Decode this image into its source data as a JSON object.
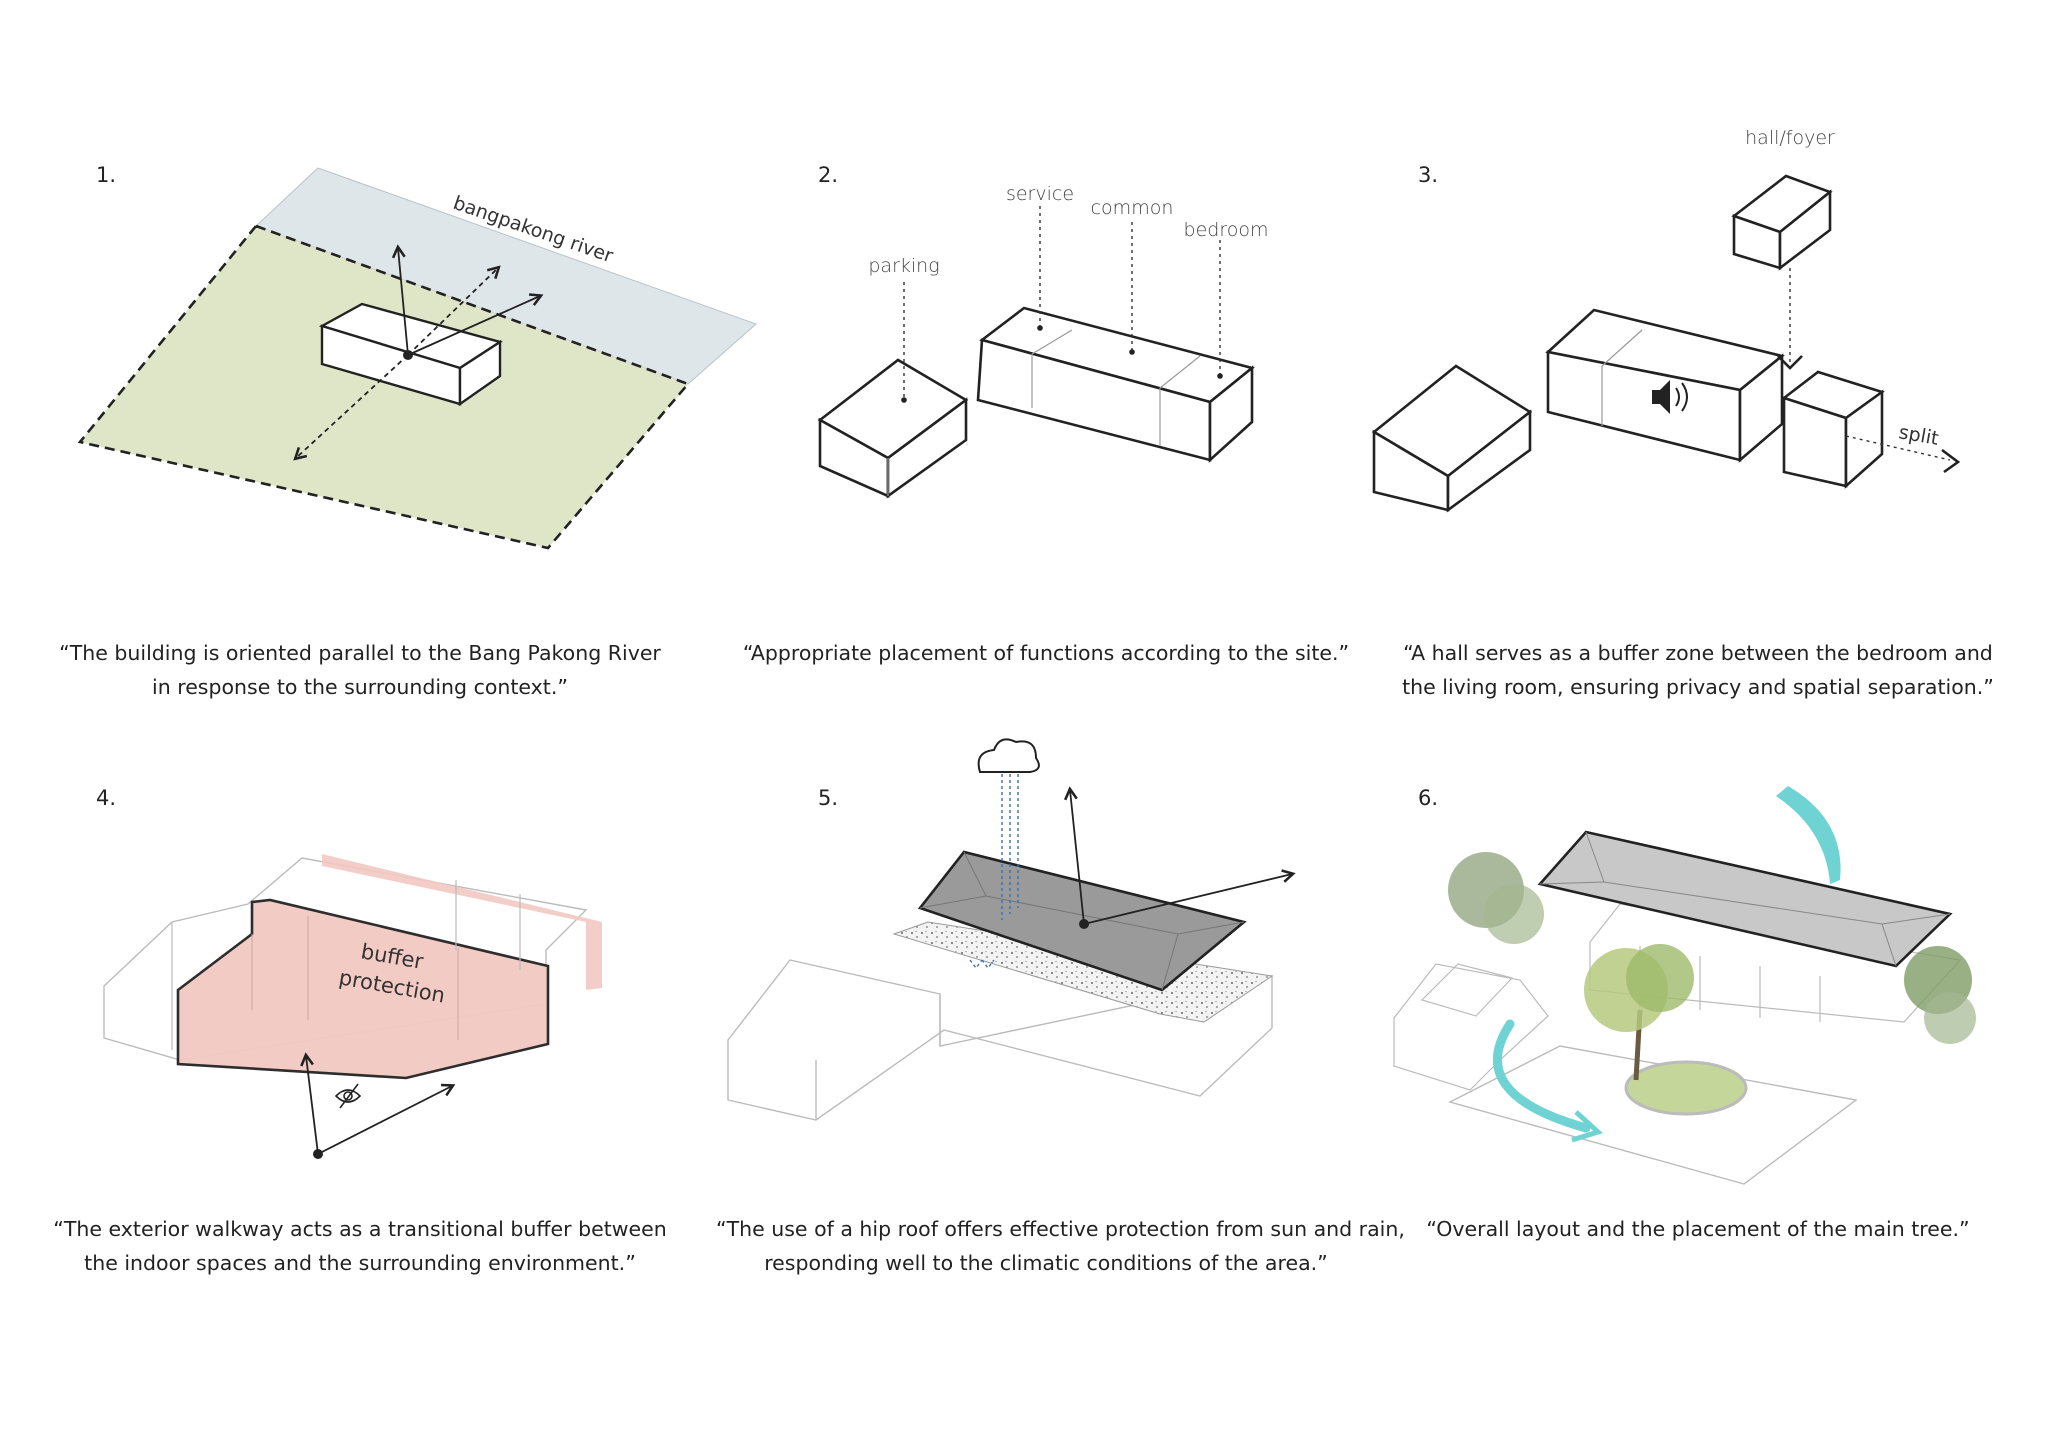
{
  "panels": [
    {
      "number": "1.",
      "labels": {
        "river": "bangpakong river"
      },
      "caption": [
        "“The building is oriented parallel to the Bang Pakong River",
        "in response to the surrounding context.”"
      ]
    },
    {
      "number": "2.",
      "labels": {
        "parking": "parking",
        "service": "service",
        "common": "common",
        "bedroom": "bedroom"
      },
      "caption": [
        "“Appropriate placement of functions according to the site.”"
      ]
    },
    {
      "number": "3.",
      "labels": {
        "hall": "hall/foyer",
        "split": "split"
      },
      "caption": [
        "“A hall serves as a buffer zone between the bedroom and",
        "the living room, ensuring privacy and spatial separation.”"
      ]
    },
    {
      "number": "4.",
      "labels": {
        "buffer1": "buffer",
        "buffer2": "protection"
      },
      "caption": [
        "“The exterior walkway acts as a transitional buffer between",
        "the indoor spaces and the surrounding environment.”"
      ]
    },
    {
      "number": "5.",
      "labels": {},
      "caption": [
        "“The use of a hip roof offers effective protection from sun and rain,",
        "responding well to the climatic conditions of the area.”"
      ]
    },
    {
      "number": "6.",
      "labels": {},
      "caption": [
        "“Overall layout and the placement of the main tree.”"
      ]
    }
  ],
  "icons": [
    "speaker-icon",
    "no-view-icon",
    "cloud-icon",
    "wind-arrow-icon",
    "tree-icon"
  ],
  "colors": {
    "river": "#dfe6ea",
    "site": "#dfe6c8",
    "buffer": "#f2c9c2",
    "roof": "#9a9a9a",
    "wind": "#6fd3d3"
  }
}
